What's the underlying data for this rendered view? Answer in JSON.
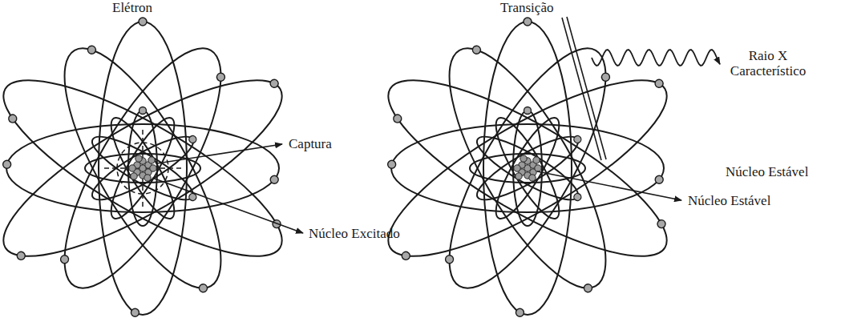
{
  "diagram": {
    "labels": [
      "Elétron",
      "Captura",
      "Núcleo Excitado",
      "Transição",
      "Raio X Característico",
      "Núcleo Estável",
      "Núcleo Estável"
    ]
  }
}
